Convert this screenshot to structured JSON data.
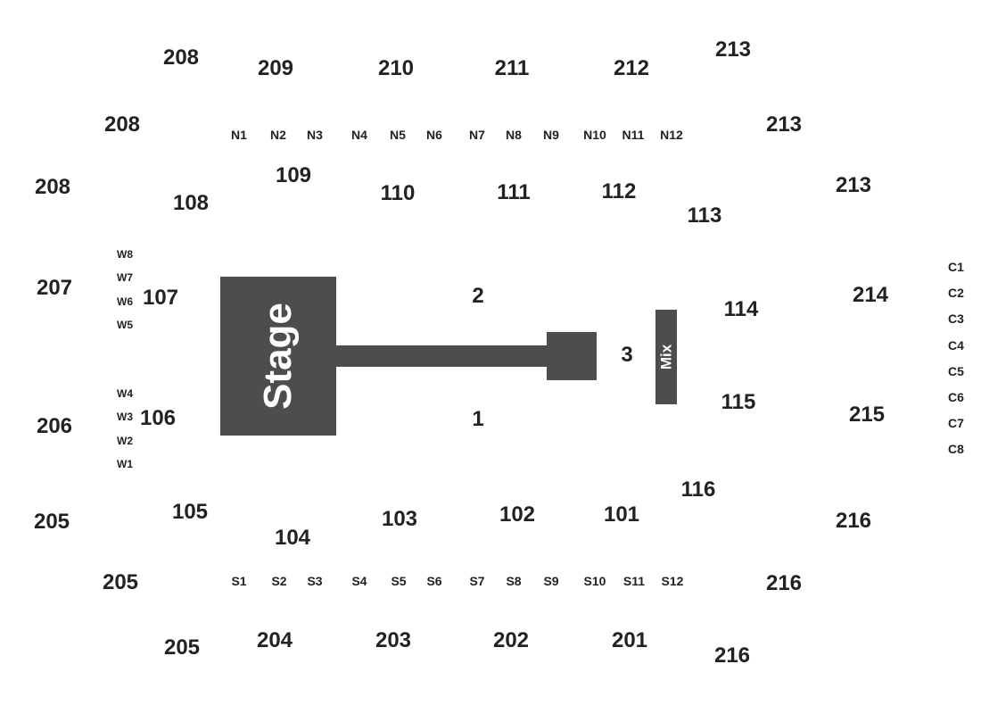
{
  "stage": {
    "label": "Stage",
    "color": "#4d4d4d"
  },
  "mix": {
    "label": "Mix"
  },
  "floor": [
    "1",
    "2",
    "3"
  ],
  "lower_bowl": [
    "101",
    "102",
    "103",
    "104",
    "105",
    "106",
    "107",
    "108",
    "109",
    "110",
    "111",
    "112",
    "113",
    "114",
    "115",
    "116"
  ],
  "upper_bowl": {
    "north": [
      "208",
      "209",
      "210",
      "211",
      "212",
      "213"
    ],
    "north_inner": [
      "208",
      "213"
    ],
    "north_outer": [
      "208",
      "213"
    ],
    "west": [
      "207",
      "206"
    ],
    "east": [
      "214",
      "215"
    ],
    "south_outer": [
      "205",
      "216"
    ],
    "south_inner": [
      "205",
      "216"
    ],
    "south": [
      "205",
      "204",
      "203",
      "202",
      "201",
      "216"
    ]
  },
  "boxes_north": [
    "N1",
    "N2",
    "N3",
    "N4",
    "N5",
    "N6",
    "N7",
    "N8",
    "N9",
    "N10",
    "N11",
    "N12"
  ],
  "boxes_south": [
    "S1",
    "S2",
    "S3",
    "S4",
    "S5",
    "S6",
    "S7",
    "S8",
    "S9",
    "S10",
    "S11",
    "S12"
  ],
  "boxes_west_upper": [
    "W8",
    "W7",
    "W6",
    "W5"
  ],
  "boxes_west_lower": [
    "W4",
    "W3",
    "W2",
    "W1"
  ],
  "boxes_east": [
    "C1",
    "C2",
    "C3",
    "C4",
    "C5",
    "C6",
    "C7",
    "C8"
  ]
}
